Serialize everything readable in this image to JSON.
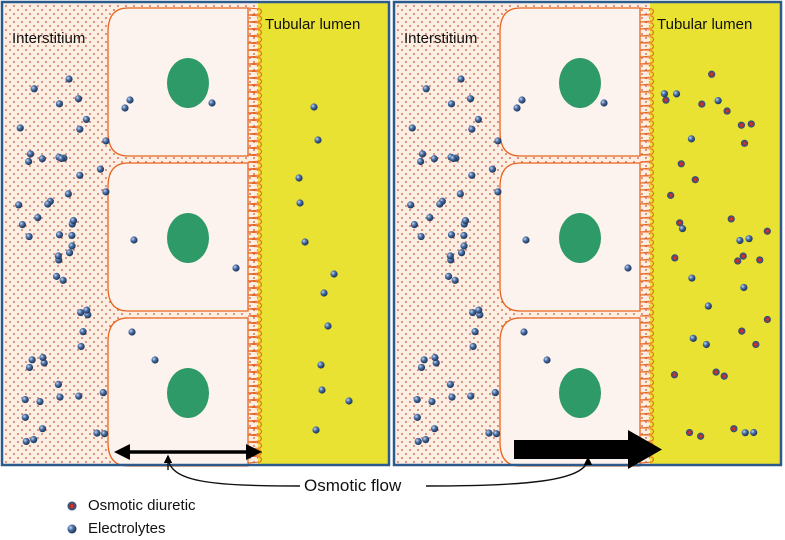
{
  "panels": [
    {
      "interstitium_label": "Interstitium",
      "lumen_label": "Tubular lumen",
      "flow": "normal"
    },
    {
      "interstitium_label": "Interstitium",
      "lumen_label": "Tubular lumen",
      "flow": "increased"
    }
  ],
  "flow_label": "Osmotic flow",
  "legend": [
    {
      "label": "Osmotic diuretic",
      "icon": "red-core-sphere-icon"
    },
    {
      "label": "Electrolytes",
      "icon": "blue-sphere-icon"
    }
  ],
  "colors": {
    "interstitium": "#fdeee3",
    "lumen": "#e9e232",
    "cell": "#fdf3ee",
    "cell_outline": "#e8641e",
    "nucleus": "#2e9a67",
    "panel_border": "#2d5a8c",
    "electrolyte": "#3a5a8a",
    "diuretic_core": "#c0392b"
  }
}
